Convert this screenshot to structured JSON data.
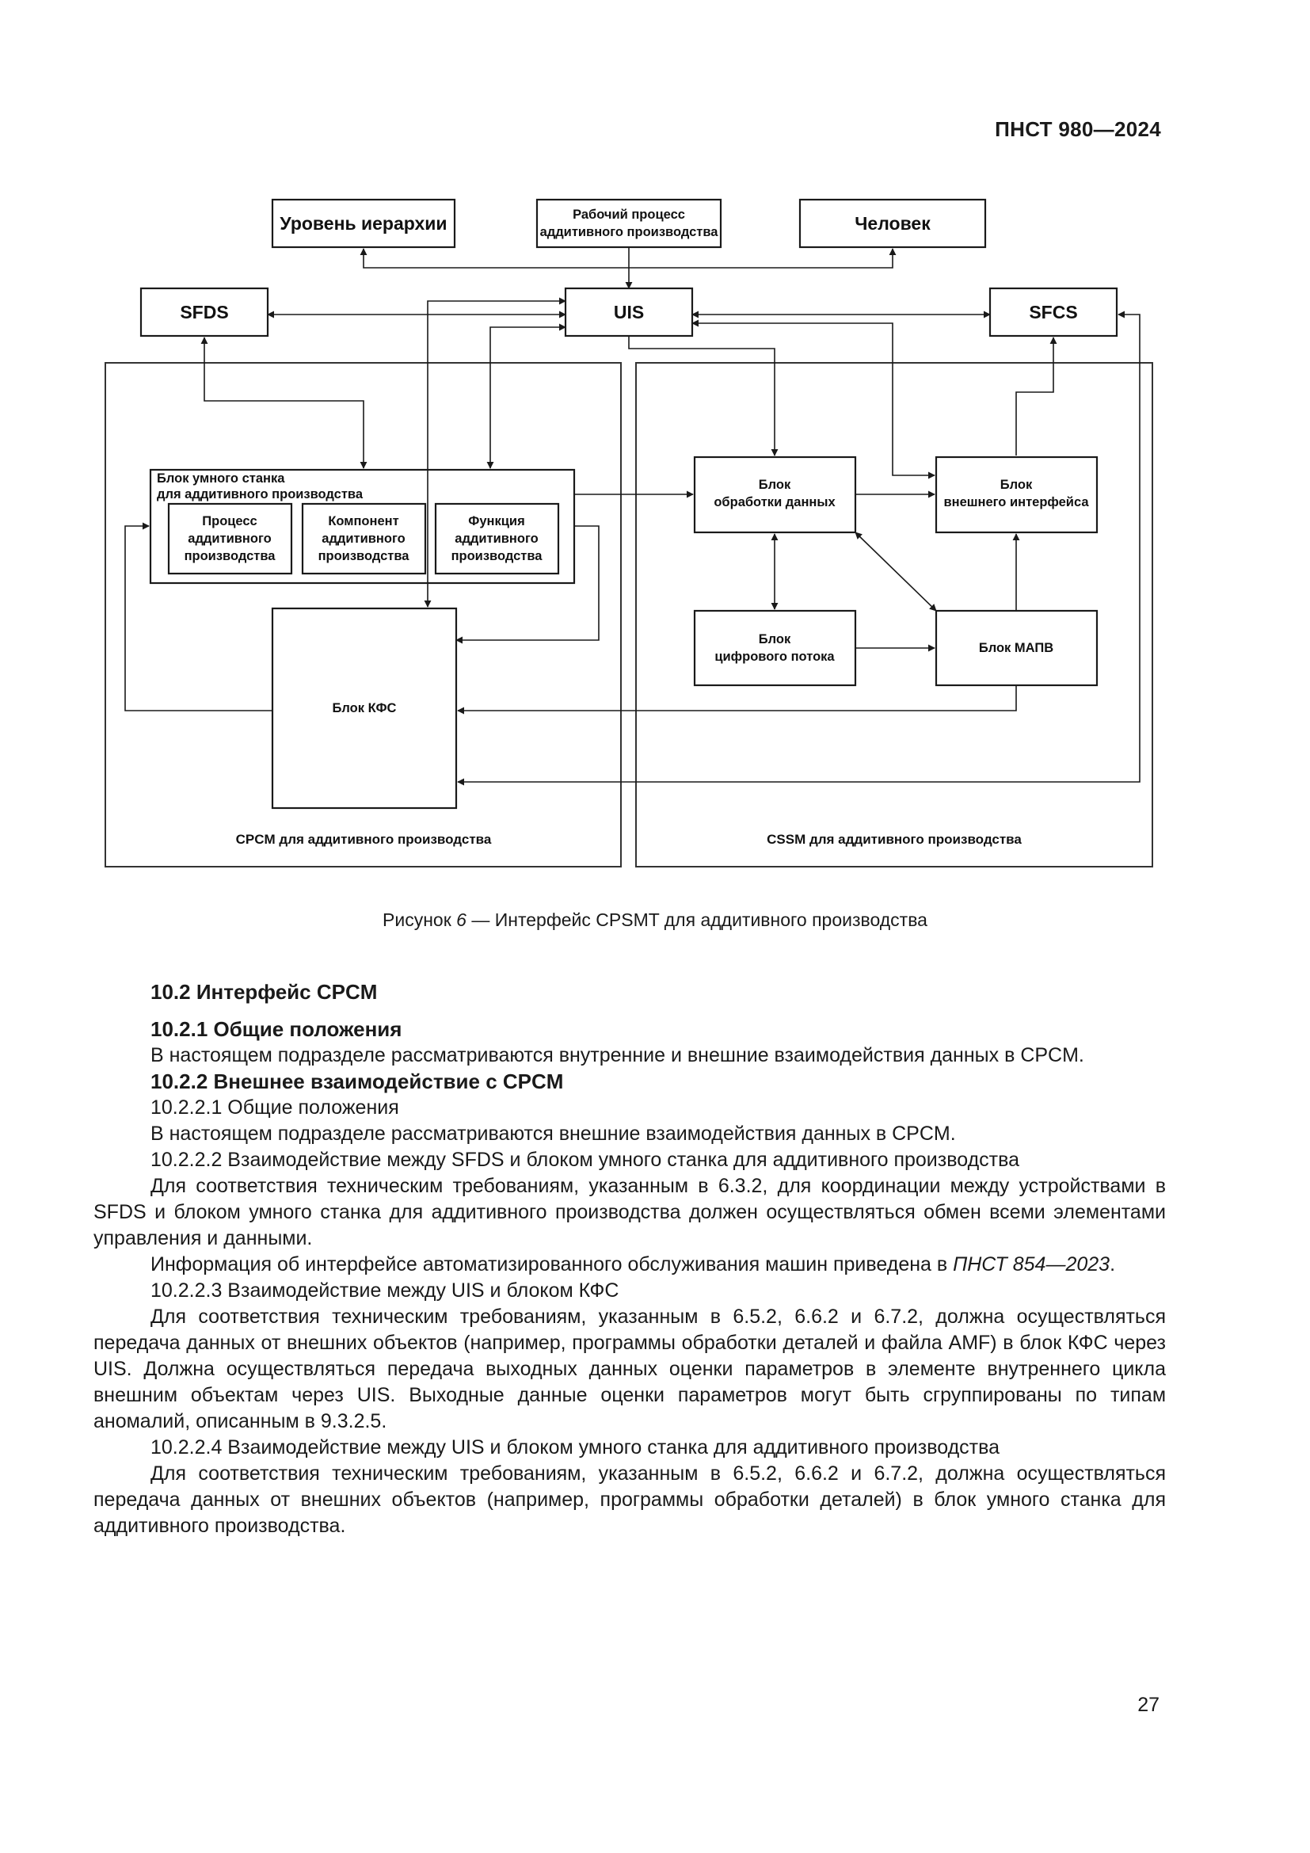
{
  "header": {
    "doc_code": "ПНСТ 980—2024"
  },
  "diagram": {
    "top_left": "Уровень иерархии",
    "top_center_1": "Рабочий процесс",
    "top_center_2": "аддитивного производства",
    "top_right": "Человек",
    "sfds": "SFDS",
    "uis": "UIS",
    "sfcs": "SFCS",
    "smart_1": "Блок умного станка",
    "smart_2": "для аддитивного производства",
    "proc_1": "Процесс",
    "proc_2": "аддитивного",
    "proc_3": "производства",
    "comp_1": "Компонент",
    "comp_2": "аддитивного",
    "comp_3": "производства",
    "func_1": "Функция",
    "func_2": "аддитивного",
    "func_3": "производства",
    "kfs": "Блок КФС",
    "cpcm_label": "CPCM для аддитивного производства",
    "data_1": "Блок",
    "data_2": "обработки данных",
    "ext_1": "Блок",
    "ext_2": "внешнего интерфейса",
    "flow_1": "Блок",
    "flow_2": "цифрового потока",
    "mapv": "Блок МАПВ",
    "cssm_label": "CSSM для аддитивного производства"
  },
  "caption": {
    "prefix": "Рисунок ",
    "number": "6",
    "suffix": " — Интерфейс CPSMT для аддитивного производства"
  },
  "body": {
    "h_10_2": "10.2 Интерфейс CPCM",
    "h_10_2_1": "10.2.1 Общие положения",
    "p1": "В настоящем подразделе рассматриваются внутренние и внешние взаимодействия данных в CPCM.",
    "h_10_2_2": "10.2.2 Внешнее взаимодействие с CPCM",
    "s_10_2_2_1": "10.2.2.1 Общие положения",
    "p2": "В настоящем подразделе рассматриваются внешние взаимодействия данных в CPCM.",
    "s_10_2_2_2": "10.2.2.2 Взаимодействие между SFDS и блоком умного станка для аддитивного производства",
    "p3": "Для соответствия техническим требованиям, указанным в 6.3.2, для координации между устройствами в SFDS и блоком умного станка для аддитивного производства должен осуществляться обмен всеми элементами управления и данными.",
    "p4_text": "Информация об интерфейсе автоматизированного обслуживания машин приведена в ",
    "p4_ref": "ПНСТ 854—2023",
    "p4_end": ".",
    "s_10_2_2_3": "10.2.2.3 Взаимодействие между UIS и блоком КФС",
    "p5": "Для соответствия техническим требованиям, указанным в 6.5.2, 6.6.2 и 6.7.2, должна осуществляться передача данных от внешних объектов (например, программы обработки деталей и файла AMF) в блок КФС через UIS. Должна осуществляться передача выходных данных оценки параметров в элементе внутреннего цикла внешним объектам через UIS. Выходные данные оценки параметров могут быть сгруппированы по типам аномалий, описанным в 9.3.2.5.",
    "s_10_2_2_4": "10.2.2.4 Взаимодействие между UIS и блоком умного станка для аддитивного производства",
    "p6": "Для соответствия техническим требованиям, указанным в 6.5.2, 6.6.2 и 6.7.2, должна осуществляться передача данных от внешних объектов (например, программы обработки деталей) в блок умного станка для аддитивного производства."
  },
  "footer": {
    "page_number": "27"
  }
}
